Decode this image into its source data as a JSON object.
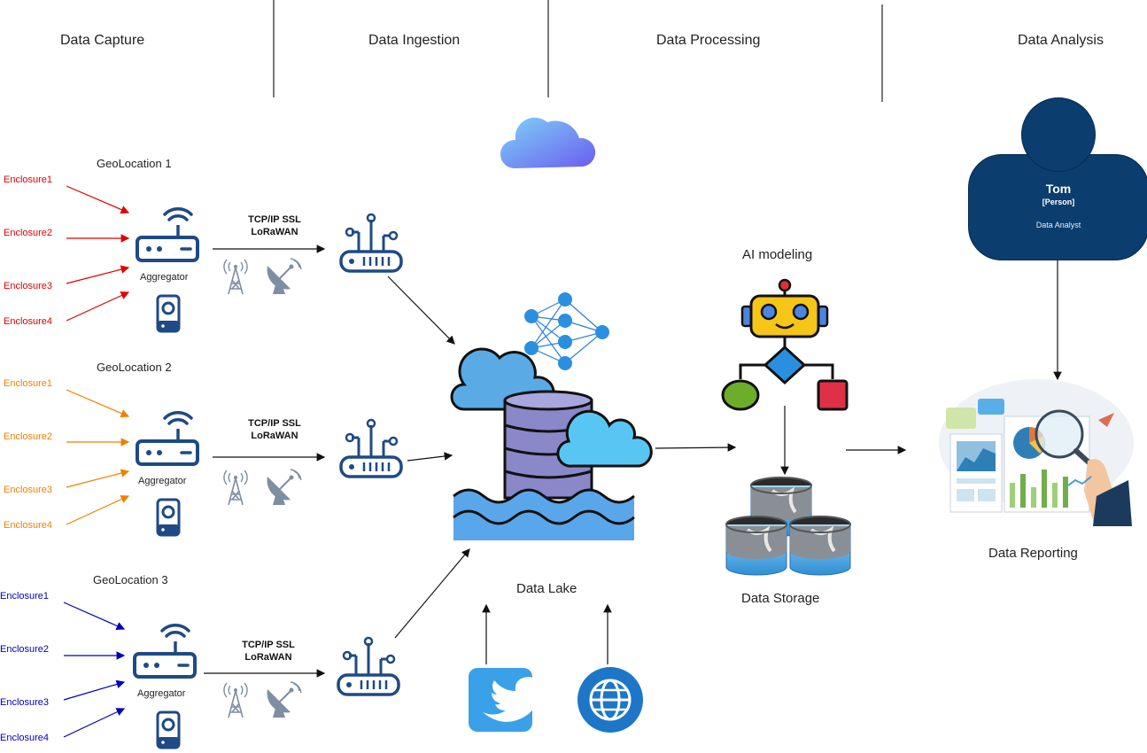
{
  "stages": [
    "Data Capture",
    "Data Ingestion",
    "Data Processing",
    "Data Analysis"
  ],
  "geolocations": [
    {
      "label": "GeoLocation 1",
      "enclosure_color": "#e00000",
      "enclosures": [
        "Enclosure1",
        "Enclosure2",
        "Enclosure3",
        "Enclosure4"
      ],
      "aggregator": "Aggregator",
      "protocol_1": "TCP/IP SSL",
      "protocol_2": "LoRaWAN"
    },
    {
      "label": "GeoLocation 2",
      "enclosure_color": "#f08000",
      "enclosures": [
        "Enclosure1",
        "Enclosure2",
        "Enclosure3",
        "Enclosure4"
      ],
      "aggregator": "Aggregator",
      "protocol_1": "TCP/IP SSL",
      "protocol_2": "LoRaWAN"
    },
    {
      "label": "GeoLocation 3",
      "enclosure_color": "#0000c0",
      "enclosures": [
        "Enclosure1",
        "Enclosure2",
        "Enclosure3",
        "Enclosure4"
      ],
      "aggregator": "Aggregator",
      "protocol_1": "TCP/IP SSL",
      "protocol_2": "LoRaWAN"
    }
  ],
  "data_lake": {
    "label": "Data Lake"
  },
  "ai": {
    "label": "AI modeling"
  },
  "storage": {
    "label": "Data Storage"
  },
  "reporting": {
    "label": "Data Reporting"
  },
  "person": {
    "name": "Tom",
    "type": "[Person]",
    "role": "Data Analyst",
    "color": "#0b3d6e"
  },
  "icons": [
    "router-icon",
    "hub-router-icon",
    "cell-tower-icon",
    "satellite-dish-icon",
    "storage-device-icon",
    "cloud-icon",
    "neural-network-icon",
    "data-lake-icon",
    "robot-icon",
    "decision-flow-icon",
    "database-icon",
    "report-dashboard-icon",
    "twitter-icon",
    "globe-icon"
  ]
}
